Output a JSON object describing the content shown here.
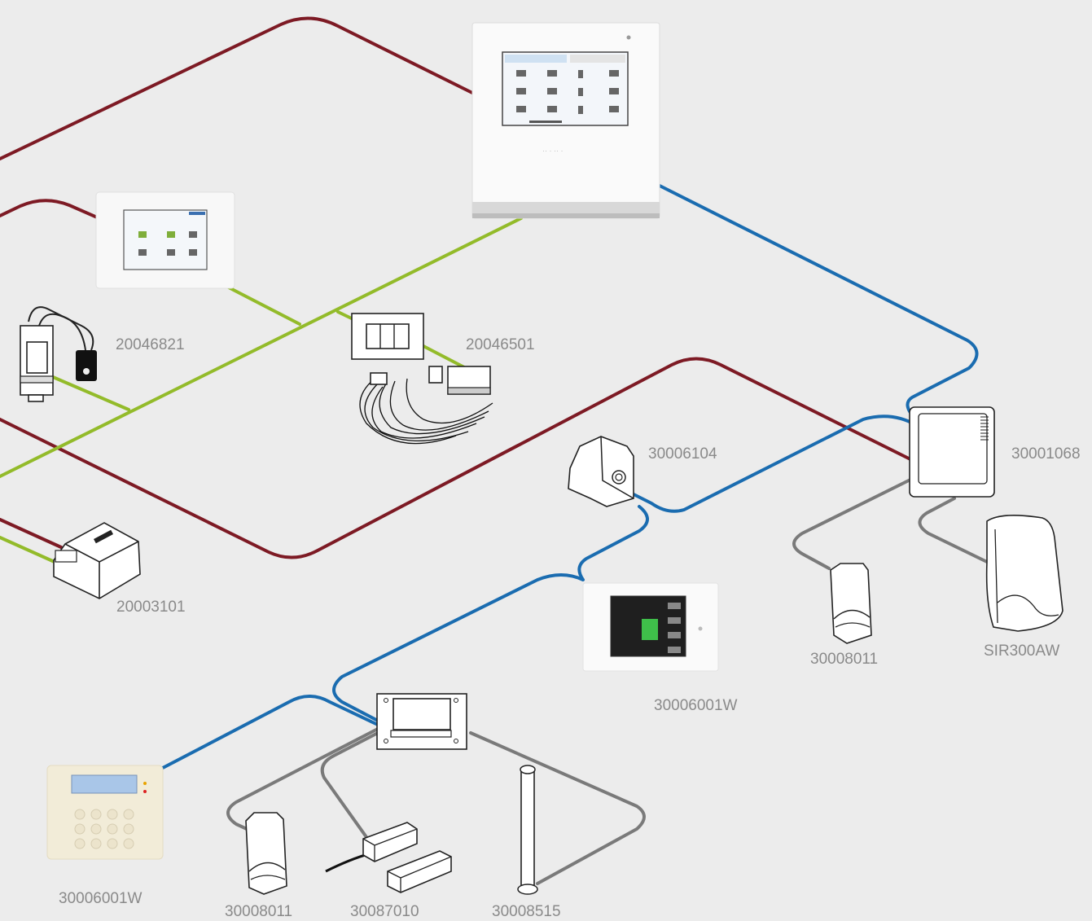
{
  "colors": {
    "background": "#ececec",
    "bus_red": "#7d1a24",
    "bus_green": "#93bb2a",
    "bus_blue": "#1a6cb0",
    "cable_gray": "#7a7a7a",
    "label": "#8a8a8a"
  },
  "labels": {
    "l_20046821": "20046821",
    "l_20046501": "20046501",
    "l_30006104": "30006104",
    "l_30001068": "30001068",
    "l_20003101": "20003101",
    "l_30008011_right": "30008011",
    "l_sir300aw": "SIR300AW",
    "l_30006001w_panel": "30006001W",
    "l_30006001w_keypad": "30006001W",
    "l_30008011_bottom": "30008011",
    "l_30087010": "30087010",
    "l_30008515": "30008515"
  }
}
